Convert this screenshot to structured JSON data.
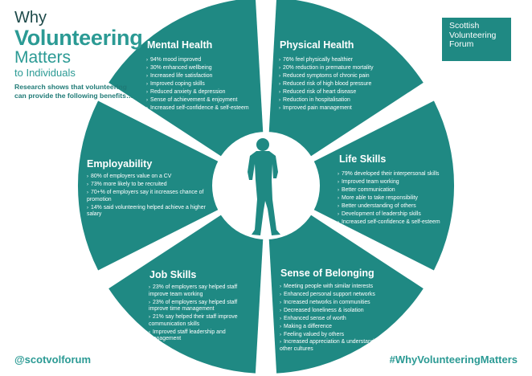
{
  "header": {
    "line1": "Why",
    "line2": "Volunteering",
    "line3": "Matters",
    "line4": "to Individuals",
    "intro": "Research shows that volunteering can provide the following benefits…"
  },
  "logo": {
    "line1": "Scottish",
    "line2": "Volunteering",
    "line3": "Forum"
  },
  "footer": {
    "left": "@scotvolforum",
    "right": "#WhyVolunteeringMatters"
  },
  "colors": {
    "teal": "#1f8983",
    "teal_light": "#2b9a94",
    "hub": "#ffffff",
    "silhouette": "#1f8983"
  },
  "icons": {
    "center": "volunteer-silhouette-icon",
    "bullet": "chevron-right-icon"
  },
  "segments": {
    "mental_health": {
      "title": "Mental Health",
      "items": [
        "94% mood improved",
        "30% enhanced wellbeing",
        "Increased life satisfaction",
        "Improved coping skills",
        "Reduced anxiety & depression",
        "Sense of achievement & enjoyment",
        "Increased self-confidence & self-esteem"
      ]
    },
    "physical_health": {
      "title": "Physical Health",
      "items": [
        "76% feel physically healthier",
        "20% reduction in premature mortality",
        "Reduced symptoms of chronic pain",
        "Reduced risk of high blood pressure",
        "Reduced risk of heart disease",
        "Reduction in hospitalisation",
        "Improved pain management"
      ]
    },
    "employability": {
      "title": "Employability",
      "items": [
        "80% of employers value on a CV",
        "73% more likely to be recruited",
        "70+% of employers say it increases chance of promotion",
        "14% said volunteering helped achieve a higher salary"
      ]
    },
    "life_skills": {
      "title": "Life Skills",
      "items": [
        "79% developed their interpersonal skills",
        "Improved team working",
        "Better communication",
        "More able to take responsibility",
        "Better understanding of others",
        "Development of leadership skills",
        "Increased self-confidence & self-esteem"
      ]
    },
    "job_skills": {
      "title": "Job Skills",
      "items": [
        "23% of employers say helped staff improve team working",
        "23% of employers say helped staff improve time management",
        "21% say helped their staff improve communication skills",
        "Improved staff leadership and management"
      ]
    },
    "sense_of_belonging": {
      "title": "Sense of Belonging",
      "items": [
        "Meeting people with similar interests",
        "Enhanced personal support networks",
        "Increased networks in communities",
        "Decreased loneliness & isolation",
        "Enhanced sense of worth",
        "Making a difference",
        "Feeling valued by others",
        "Increased appreciation & understanding of other cultures"
      ]
    }
  }
}
